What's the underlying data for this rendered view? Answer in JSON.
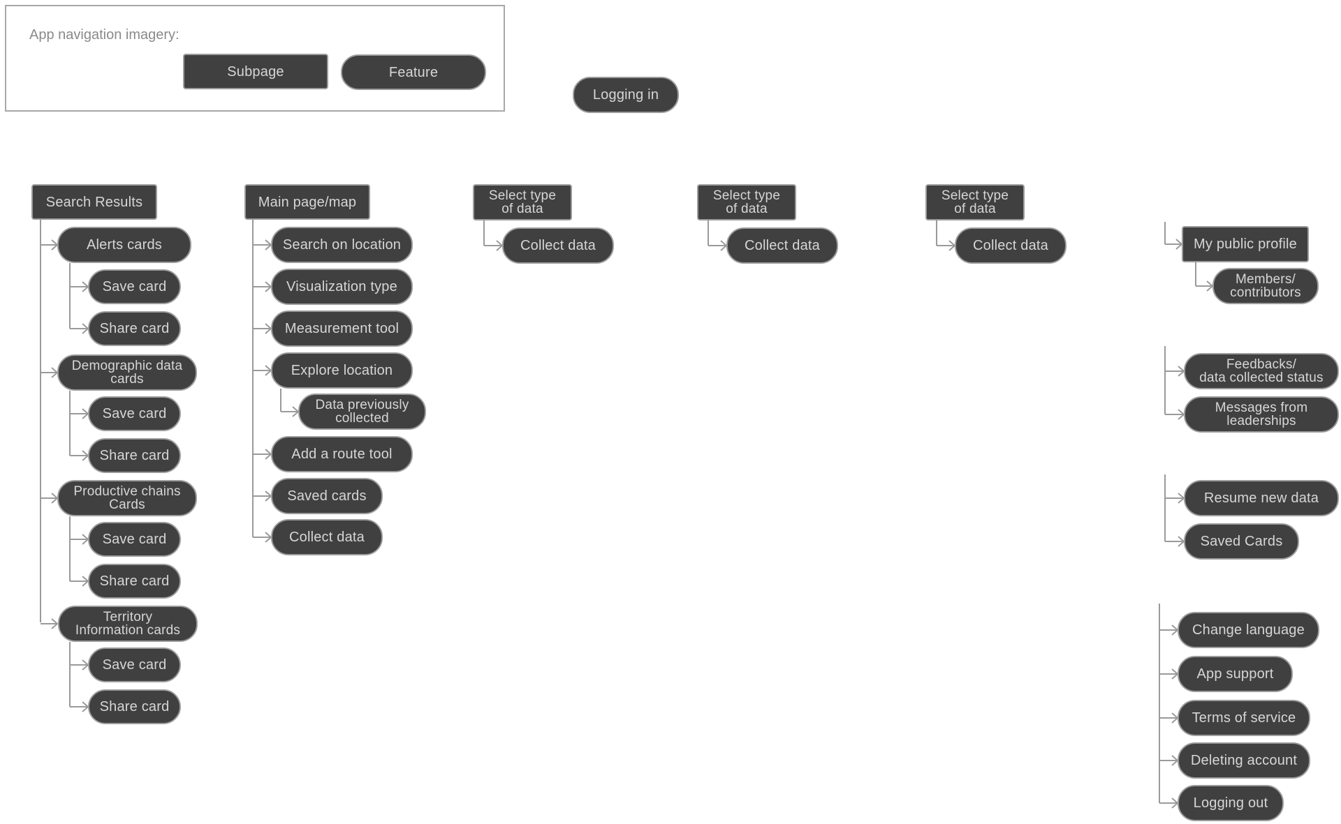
{
  "legend": {
    "title": "App navigation imagery:",
    "subpage": "Subpage",
    "feature": "Feature"
  },
  "login": "Logging in",
  "col1": {
    "title": "Search Results",
    "groups": [
      {
        "label": "Alerts cards",
        "save": "Save card",
        "share": "Share card"
      },
      {
        "label": "Demographic data\ncards",
        "save": "Save card",
        "share": "Share card"
      },
      {
        "label": "Productive chains\nCards",
        "save": "Save card",
        "share": "Share card"
      },
      {
        "label": "Territory\nInformation cards",
        "save": "Save card",
        "share": "Share card"
      }
    ]
  },
  "col2": {
    "title": "Main page/map",
    "items": [
      "Search on location",
      "Visualization type",
      "Measurement tool",
      "Explore location",
      "Data previously\ncollected",
      "Add a route tool",
      "Saved cards",
      "Collect data"
    ]
  },
  "col3": {
    "title": "Select type\nof data",
    "child": "Collect data"
  },
  "col4": {
    "title": "Select type\nof data",
    "child": "Collect data"
  },
  "col5": {
    "title": "Select type\nof data",
    "child": "Collect data"
  },
  "col6": {
    "profile": "My public profile",
    "members": "Members/\ncontributors",
    "feedbacks": "Feedbacks/\ndata collected status",
    "messages": "Messages from\nleaderships",
    "resume": "Resume new data",
    "saved": "Saved Cards",
    "language": "Change language",
    "support": "App support",
    "terms": "Terms of service",
    "deleting": "Deleting account",
    "logout": "Logging out"
  },
  "colors": {
    "node_fill": "#404040",
    "node_text": "#d6d6d6",
    "node_border": "#9c9c9c",
    "connector": "#9a9a9a"
  }
}
